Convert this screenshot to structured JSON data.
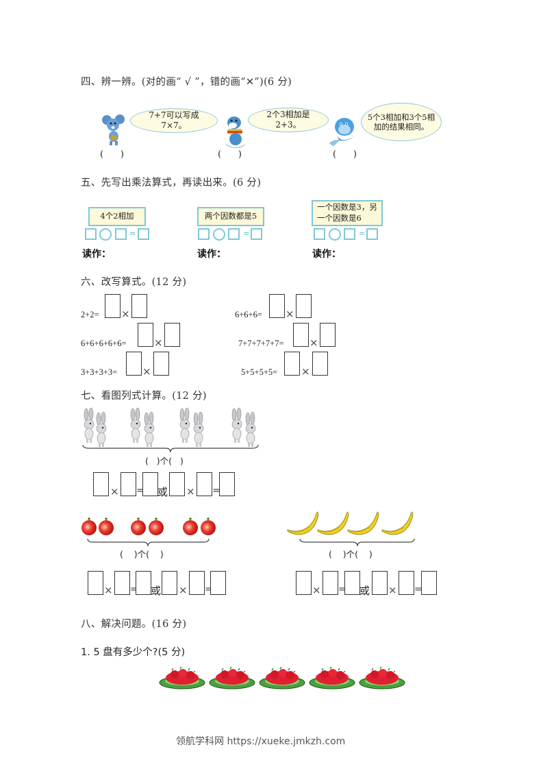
{
  "section4": {
    "title": "四、辨一辨。(对的画“ √ ”，错的画“✕”)(6 分)",
    "items": [
      {
        "character": "mouse",
        "statement": "7+7可以写成7×7。",
        "answer": "(      )"
      },
      {
        "character": "seal",
        "statement": "2个3相加是2+3。",
        "answer": "(      )"
      },
      {
        "character": "dolphin",
        "statement": "5个3相加和3个5相加的结果相同。",
        "answer": "(      )"
      }
    ]
  },
  "section5": {
    "title": "五、先写出乘法算式，再读出来。(6 分)",
    "items": [
      {
        "prompt": "4个2相加",
        "equals": "=",
        "read_label": "读作："
      },
      {
        "prompt": "两个因数都是5",
        "equals": "=",
        "read_label": "读作："
      },
      {
        "prompt_line1": "一个因数是3，另",
        "prompt_line2": "一个因数是6",
        "equals": "=",
        "read_label": "读作："
      }
    ]
  },
  "section6": {
    "title": "六、改写算式。(12 分)",
    "rows": [
      {
        "left": "2+2=",
        "right": "6+6+6="
      },
      {
        "left": "6+6+6+6+6=",
        "right": "7+7+7+7+7="
      },
      {
        "left": "3+3+3+3=",
        "right": "5+5+5+5="
      }
    ],
    "times": "×"
  },
  "section7": {
    "title": "七、看图列式计算。(12 分)",
    "groups": [
      {
        "picture": "rabbits",
        "groups": 4,
        "per_group": 2,
        "count_label": "(   )个(   )"
      },
      {
        "picture": "apples",
        "groups": 3,
        "per_group": 2,
        "count_label": "(    )个(    )"
      },
      {
        "picture": "bananas",
        "groups": 1,
        "per_group": 4,
        "count_label": "(    )个(    )"
      }
    ],
    "times": "×",
    "equals": "=",
    "or": "或"
  },
  "section8": {
    "title": "八、解决问题。(16 分)",
    "question1": "1. 5 盘有多少个?(5 分)",
    "plates": 5
  },
  "footer": {
    "text": "领航学科网 https://xueke.jmkzh.com"
  }
}
